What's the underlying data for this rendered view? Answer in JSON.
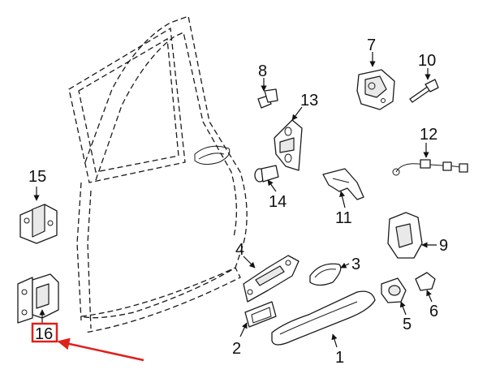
{
  "callouts": [
    {
      "id": "1",
      "text": "1"
    },
    {
      "id": "2",
      "text": "2"
    },
    {
      "id": "3",
      "text": "3"
    },
    {
      "id": "4",
      "text": "4"
    },
    {
      "id": "5",
      "text": "5"
    },
    {
      "id": "6",
      "text": "6"
    },
    {
      "id": "7",
      "text": "7"
    },
    {
      "id": "8",
      "text": "8"
    },
    {
      "id": "9",
      "text": "9"
    },
    {
      "id": "10",
      "text": "10"
    },
    {
      "id": "11",
      "text": "11"
    },
    {
      "id": "12",
      "text": "12"
    },
    {
      "id": "13",
      "text": "13"
    },
    {
      "id": "14",
      "text": "14"
    },
    {
      "id": "15",
      "text": "15"
    },
    {
      "id": "16",
      "text": "16"
    }
  ],
  "highlight": {
    "callout": "16",
    "color": "#e0201b"
  }
}
